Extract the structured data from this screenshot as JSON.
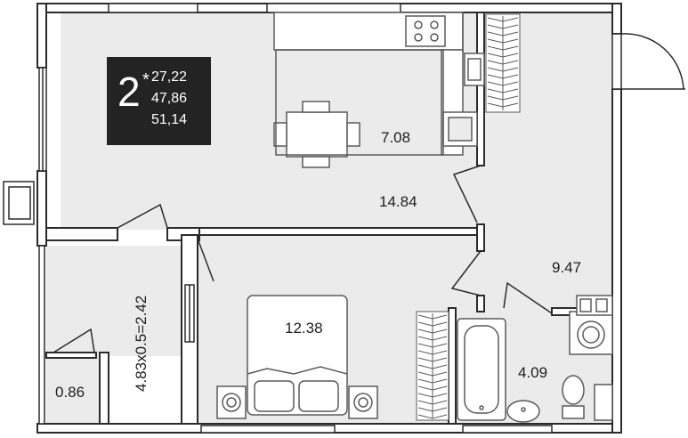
{
  "plan": {
    "rooms_count": "2",
    "rooms_marker": "*",
    "areas": [
      "27,22",
      "47,86",
      "51,14"
    ]
  },
  "rooms": {
    "kitchen": "7.08",
    "living": "14.84",
    "hall": "9.47",
    "bedroom": "12.38",
    "bathroom": "4.09",
    "storage": "0.86",
    "balcony": "4.83x0.5=2.42"
  },
  "colors": {
    "floor": "#ebebeb",
    "wall": "#2b2b2b",
    "fixture": "#5a5a5a",
    "card": "#232323"
  }
}
